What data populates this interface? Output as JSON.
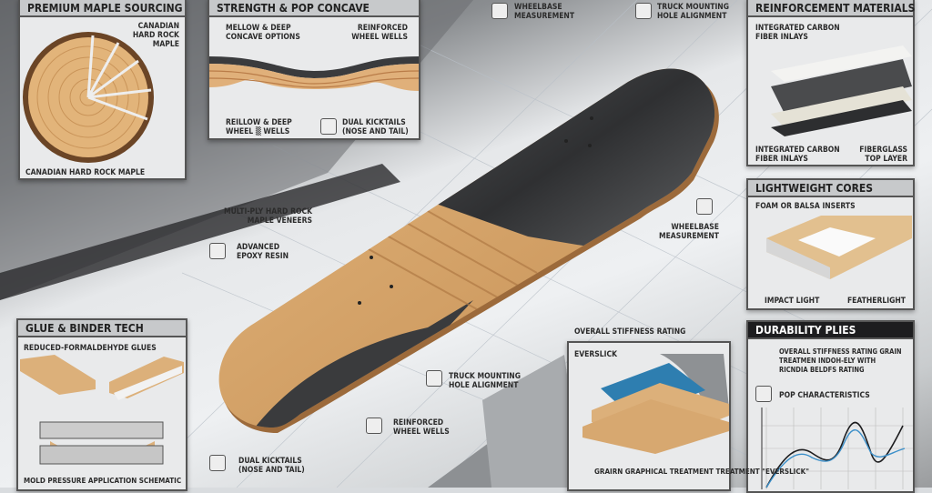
{
  "panels": {
    "maple": {
      "title": "PREMIUM MAPLE SOURCING",
      "label_top": "CANADIAN HARD ROCK MAPLE",
      "label_bottom": "CANADIAN HARD ROCK MAPLE"
    },
    "concave": {
      "title": "STRENGTH & POP CONCAVE",
      "mellow": "MELLOW & DEEP CONCAVE OPTIONS",
      "reinforced": "REINFORCED WHEEL WELLS",
      "reillow": "REILLOW & DEEP WHEEL ▒ WELLS",
      "kicktails": "DUAL KICKTAILS (NOSE AND TAIL)"
    },
    "reinforcement": {
      "title": "REINFORCEMENT MATERIALS",
      "top_label": "INTEGRATED CARBON FIBER INLAYS",
      "bottom_left": "INTEGRATED CARBON FIBER INLAYS",
      "bottom_right": "FIBERGLASS TOP LAYER"
    },
    "cores": {
      "title": "LIGHTWEIGHT CORES",
      "inserts": "FOAM OR BALSA INSERTS",
      "impact": "IMPACT LIGHT",
      "feather": "FEATHERLIGHT"
    },
    "durability": {
      "title": "DURABILITY PLIES",
      "stiffness": "OVERALL STIFFNESS RATING GRAIN TREATMEN INDOH-ELY WITH RICNDIA BELDFS RATING",
      "pop": "POP CHARACTERISTICS"
    },
    "glue": {
      "title": "GLUE & BINDER TECH",
      "subtitle": "REDUCED-FORMALDEHYDE GLUES",
      "caption": "MOLD PRESSURE APPLICATION SCHEMATIC"
    },
    "everslick": {
      "heading": "OVERALL STIFFNESS RATING",
      "label": "EVERSLICK",
      "caption": "GRAIRN GRAPHICAL TREATMENT TREATMENT \"EVERSLICK\""
    }
  },
  "callouts": {
    "wheelbase_top": "WHEELBASE MEASUREMENT",
    "truck_top": "TRUCK MOUNTING HOLE ALIGNMENT",
    "multiply": "MULTI-PLY HARD ROCK MAPLE VENEERS",
    "epoxy": "ADVANCED EPOXY RESIN",
    "wheelbase_mid": "WHEELBASE MEASUREMENT",
    "truck_bottom": "TRUCK MOUNTING HOLE ALIGNMENT",
    "wells": "REINFORCED WHEEL WELLS",
    "kicktails": "DUAL KICKTAILS (NOSE AND TAIL)"
  },
  "colors": {
    "wood": "#d9a86c",
    "carbon": "#3a3b3d",
    "accent_blue": "#3b8fc9"
  }
}
